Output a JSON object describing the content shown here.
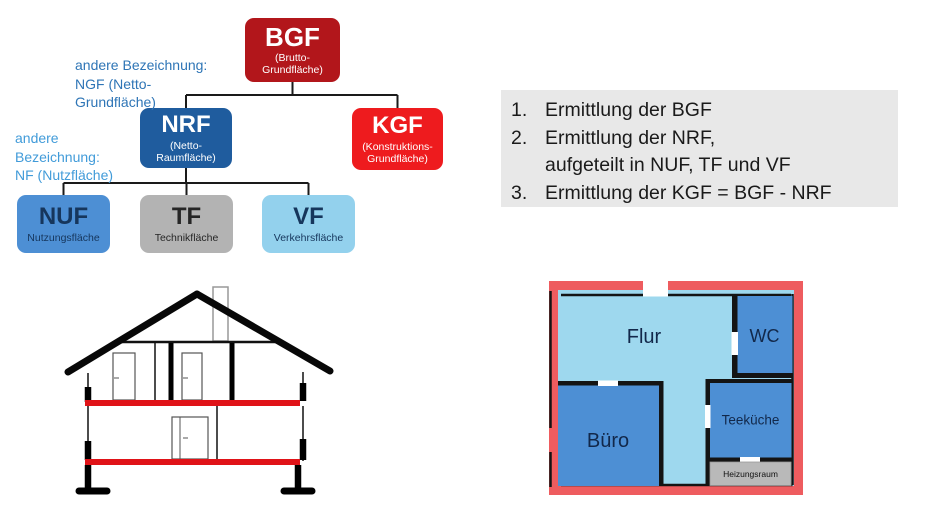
{
  "tree": {
    "annotations": [
      {
        "text": "andere Bezeichnung:\nNGF (Netto-\nGrundfläche)",
        "color": "#2e75b6"
      },
      {
        "text": "andere\nBezeichnung:\nNF (Nutzfläche)",
        "color": "#419bd9"
      }
    ],
    "nodes": {
      "bgf": {
        "abbr": "BGF",
        "caption": "(Brutto-\nGrundfläche)",
        "color": "#b2161b"
      },
      "nrf": {
        "abbr": "NRF",
        "caption": "(Netto-\nRaumfläche)",
        "color": "#1f5c9e"
      },
      "kgf": {
        "abbr": "KGF",
        "caption": "(Konstruktions-\nGrundfläche)",
        "color": "#ee1b1e"
      },
      "nuf": {
        "abbr": "NUF",
        "caption": "Nutzungsfläche",
        "color": "#4d8fd4"
      },
      "tf": {
        "abbr": "TF",
        "caption": "Technikfläche",
        "color": "#b3b3b3"
      },
      "vf": {
        "abbr": "VF",
        "caption": "Verkehrsfläche",
        "color": "#93d1ed"
      }
    }
  },
  "steps": {
    "background": "#e8e8e8",
    "items": [
      {
        "num": "1.",
        "text": "Ermittlung der BGF"
      },
      {
        "num": "2.",
        "text": "Ermittlung der NRF,\naufgeteilt in NUF, TF und VF"
      },
      {
        "num": "3.",
        "text": "Ermittlung der KGF = BGF - NRF"
      }
    ]
  },
  "house": {
    "slab_color": "#e01318"
  },
  "floorplan": {
    "frame_color": "#ee5c5f",
    "flur_color": "#9ed8ee",
    "room_color": "#4d8fd4",
    "heizungsraum_color": "#b9b9b9",
    "rooms": [
      {
        "label": "Flur"
      },
      {
        "label": "WC"
      },
      {
        "label": "Büro"
      },
      {
        "label": "Teeküche"
      },
      {
        "label": "Heizungsraum"
      }
    ]
  }
}
